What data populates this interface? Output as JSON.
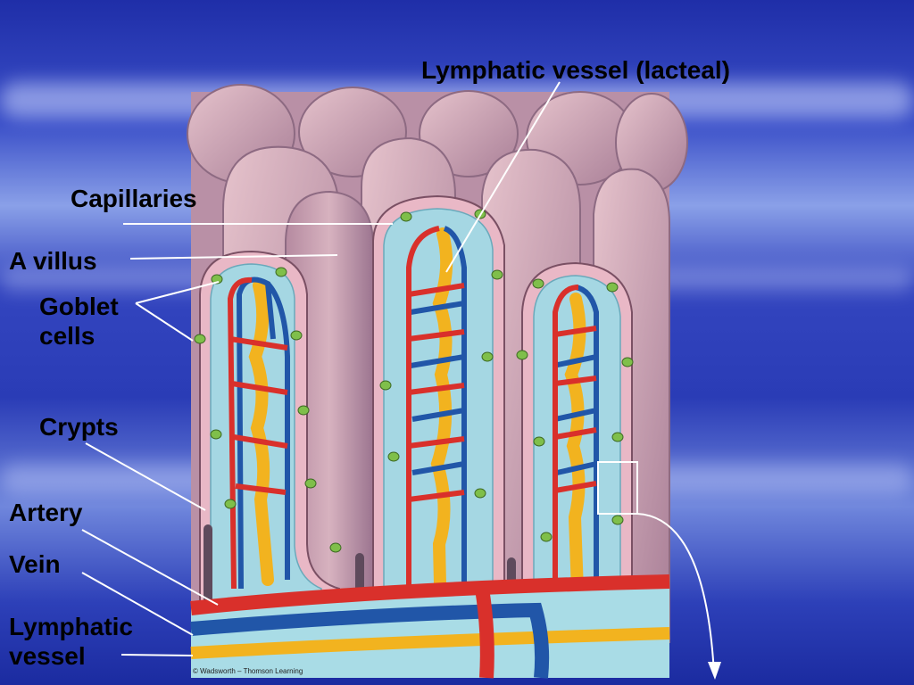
{
  "slide": {
    "labels": {
      "lacteal": "Lymphatic vessel (lacteal)",
      "capillaries": "Capillaries",
      "villus": "A villus",
      "goblet_line1": "Goblet",
      "goblet_line2": "cells",
      "crypts": "Crypts",
      "artery": "Artery",
      "vein": "Vein",
      "lymph_line1": "Lymphatic",
      "lymph_line2": "vessel"
    },
    "credit": "© Wadsworth – Thomson Learning"
  },
  "colors": {
    "artery": "#d9302b",
    "vein": "#2156a8",
    "lymph": "#f2b31f",
    "villus_pink": "#caa0b0",
    "tissue_blue": "#9fd3df",
    "goblet": "#7fbf4a"
  }
}
